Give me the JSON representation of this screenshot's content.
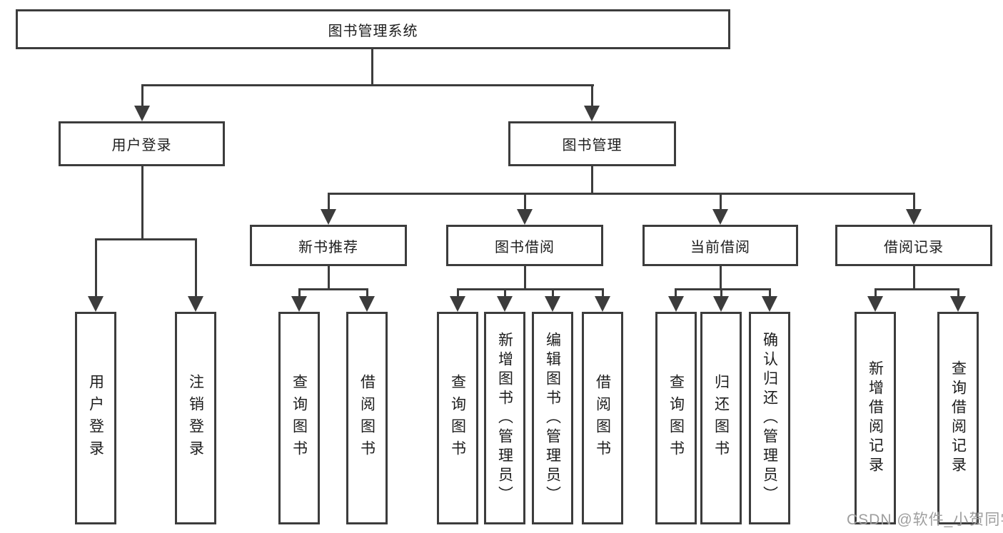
{
  "diagram": {
    "root": {
      "label": "图书管理系统"
    },
    "level2": [
      {
        "label": "用户登录"
      },
      {
        "label": "图书管理"
      }
    ],
    "level3": [
      {
        "label": "新书推荐"
      },
      {
        "label": "图书借阅"
      },
      {
        "label": "当前借阅"
      },
      {
        "label": "借阅记录"
      }
    ],
    "leaves": {
      "user_login": [
        "用户登录",
        "注销登录"
      ],
      "new_book": [
        "查询图书",
        "借阅图书"
      ],
      "book_borrow": [
        "查询图书",
        "新增图书（管理员）",
        "编辑图书（管理员）",
        "借阅图书"
      ],
      "current_borrow": [
        "查询图书",
        "归还图书",
        "确认归还（管理员）"
      ],
      "borrow_record": [
        "新增借阅记录",
        "查询借阅记录"
      ]
    },
    "colors": {
      "line": "#3c3c3c",
      "text": "#1d1d1d",
      "watermark": "#9e9e9e"
    }
  },
  "watermark": {
    "text": "CSDN @软件_小贺同学"
  }
}
